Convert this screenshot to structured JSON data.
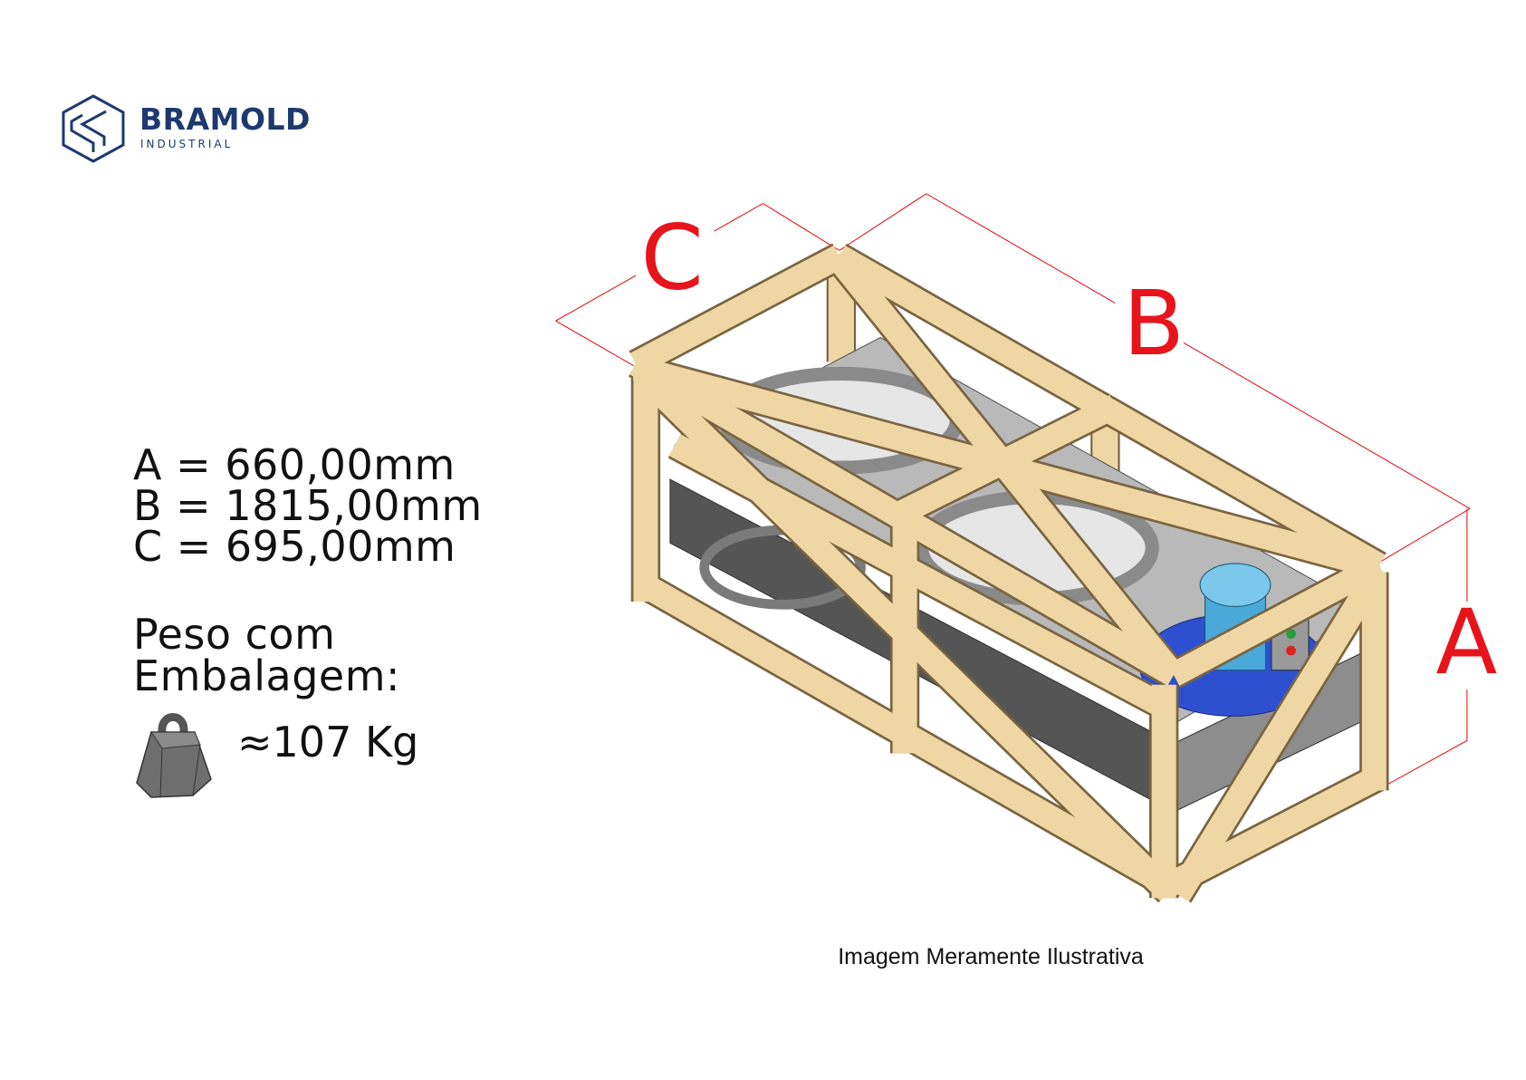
{
  "brand": {
    "name": "BRAMOLD",
    "subtitle": "INDUSTRIAL"
  },
  "dimensions": [
    {
      "label": "A",
      "text": "A = 660,00mm"
    },
    {
      "label": "B",
      "text": "B = 1815,00mm"
    },
    {
      "label": "C",
      "text": "C = 695,00mm"
    }
  ],
  "weight": {
    "title_line1": "Peso com",
    "title_line2": "Embalagem:",
    "value": "≈107 Kg",
    "icon": "weight-icon"
  },
  "drawing": {
    "label_a": "A",
    "label_b": "B",
    "label_c": "C",
    "caption": "Imagem Meramente Ilustrativa"
  },
  "colors": {
    "brand": "#1d3a6e",
    "dimension_red": "#e8141b",
    "wood": "#efd7a5",
    "motor_blue": "#2d4fd0"
  }
}
